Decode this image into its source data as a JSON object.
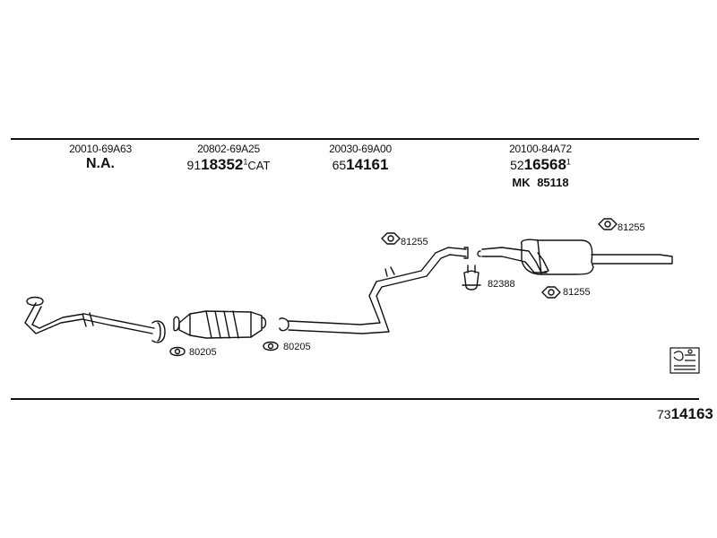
{
  "parts": [
    {
      "oe": "20010-69A63",
      "status": "N.A."
    },
    {
      "oe": "20802-69A25",
      "prefix": "91",
      "number": "18352",
      "sup": "1",
      "suffix": "CAT"
    },
    {
      "oe": "20030-69A00",
      "prefix": "65",
      "number": "14161"
    },
    {
      "oe": "20100-84A72",
      "prefix": "52",
      "number": "16568",
      "sup": "1",
      "mk": "MK 85118"
    }
  ],
  "clips": [
    {
      "label": "81255"
    },
    {
      "label": "82388"
    },
    {
      "label": "81255"
    },
    {
      "label": "81255"
    },
    {
      "label": "80205"
    },
    {
      "label": "80205"
    }
  ],
  "catalog": {
    "prefix": "73",
    "number": "14163"
  },
  "icons": {
    "manual": "manual-book-icon"
  }
}
